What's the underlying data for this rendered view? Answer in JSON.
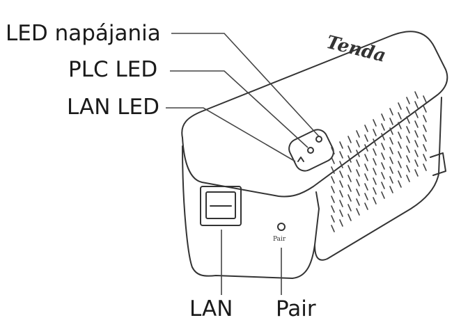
{
  "brand": "Tenda",
  "port_labels": {
    "pair": "Pair"
  },
  "callouts": {
    "power_led": "LED napájania",
    "plc_led": "PLC LED",
    "lan_led": "LAN LED",
    "lan_port": "LAN",
    "pair_button": "Pair"
  },
  "colors": {
    "outline": "#333333",
    "text": "#1a1a1a",
    "body": "#ffffff"
  }
}
